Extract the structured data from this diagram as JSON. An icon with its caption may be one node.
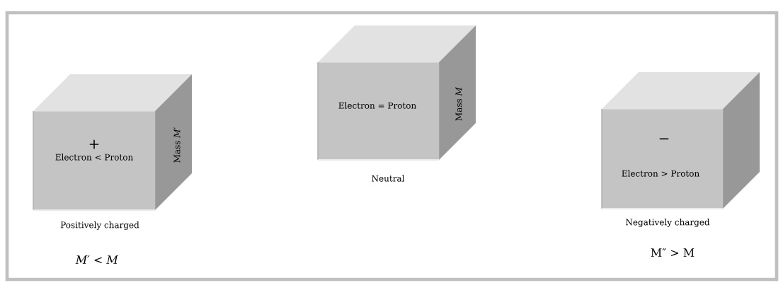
{
  "diagram": {
    "nodes": [
      {
        "text": [
          "+",
          "Electron < Proton",
          "Mass *M′*"
        ],
        "beside": [
          "Positively charged",
          "*M′* < *M*"
        ]
      },
      {
        "text": [
          "Electron = Proton",
          "Mass *M*"
        ],
        "beside": [
          "Neutral"
        ]
      },
      {
        "text": [
          "−",
          "Electron > Proton"
        ],
        "beside": [
          "Negatively charged",
          "M″ > M"
        ]
      }
    ]
  }
}
